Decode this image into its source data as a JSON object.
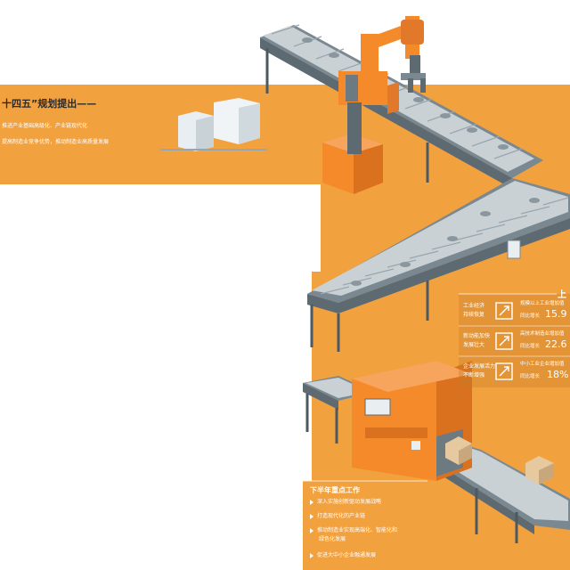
{
  "top_panel": {
    "headline": "十四五”规划提出——",
    "lines": [
      "推进产业基础高级化、产业链现代化",
      "提高制造业竞争优势，推动制造业高质量发展"
    ]
  },
  "right_panel": {
    "header": "上",
    "stats": [
      {
        "label": [
          "工业经济",
          "持续恢复"
        ],
        "desc": "规模以上工业增加值",
        "desc2": "同比增长",
        "value": "15.9"
      },
      {
        "label": [
          "新动能加快",
          "发展壮大"
        ],
        "desc": "高技术制造业增加值",
        "desc2": "同比增长",
        "value": "22.6"
      },
      {
        "label": [
          "企业发展活力",
          "不断增强"
        ],
        "desc": "中小工业企业增加值",
        "desc2": "同比增长",
        "value": "18%"
      }
    ]
  },
  "bottom_panel": {
    "title": "下半年重点工作",
    "items": [
      [
        "深入实施创新驱动发展战略"
      ],
      [
        "打造现代化的产业链"
      ],
      [
        "推动制造业实现高端化、智能化和",
        "绿色化发展"
      ],
      [
        "促进大中小企业融通发展"
      ]
    ]
  },
  "colors": {
    "orange": "#f2a13f",
    "machine_orange": "#f58a2a",
    "conveyor_gray": "#7a8891",
    "roller": "#c9d1d5"
  }
}
